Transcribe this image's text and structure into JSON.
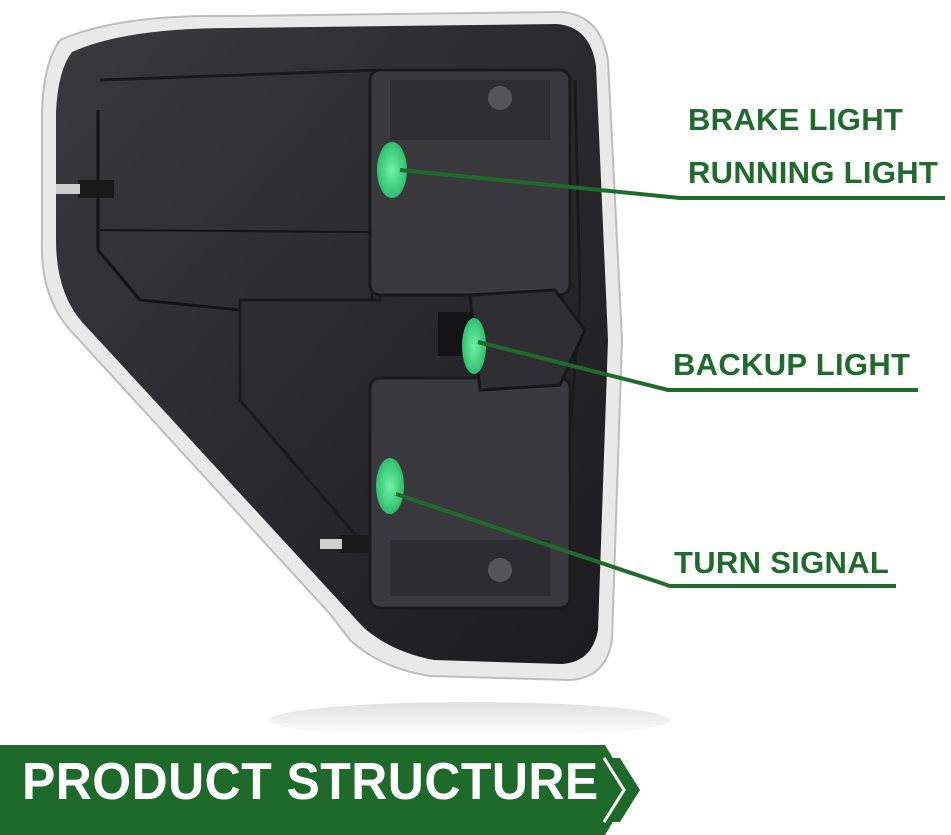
{
  "colors": {
    "accent_green": "#1f6b2c",
    "highlight_green": "#39e083",
    "housing_dark": "#2a2a2c",
    "banner_text": "#ffffff"
  },
  "callouts": {
    "brake": "BRAKE LIGHT",
    "running": "RUNNING LIGHT",
    "backup": "BACKUP LIGHT",
    "turn": "TURN SIGNAL"
  },
  "banner": {
    "title": "PRODUCT STRUCTURE",
    "icon": "chevron-right-icon"
  }
}
